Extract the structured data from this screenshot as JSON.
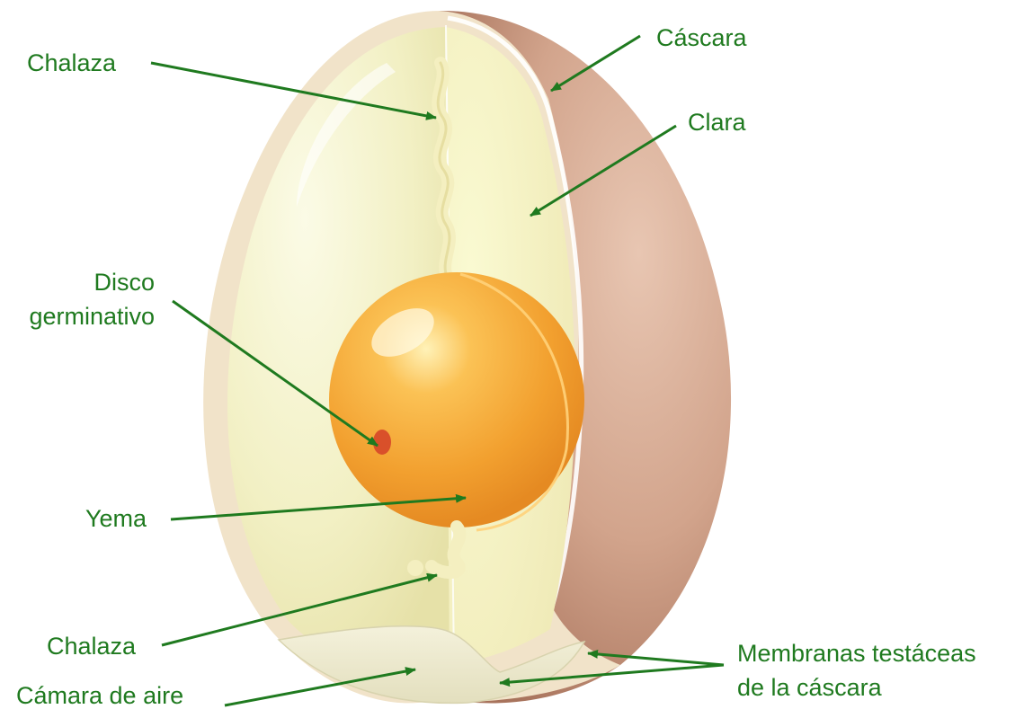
{
  "colors": {
    "label": "#1f7a1f",
    "arrow": "#1f7a1f",
    "shell_outer": "#c99a84",
    "shell_inner": "#f1e3c9",
    "albumen": "#f3f1c6",
    "yolk": "#f3a531",
    "germinal_disc": "#d9502a",
    "air_cell": "#ece8cf",
    "background": "#ffffff"
  },
  "labels": {
    "chalaza_top": "Chalaza",
    "cascara": "Cáscara",
    "clara": "Clara",
    "disco_line1": "Disco",
    "disco_line2": "germinativo",
    "yema": "Yema",
    "chalaza_bottom": "Chalaza",
    "camara": "Cámara de aire",
    "membranas_line1": "Membranas testáceas",
    "membranas_line2": "de la cáscara"
  }
}
